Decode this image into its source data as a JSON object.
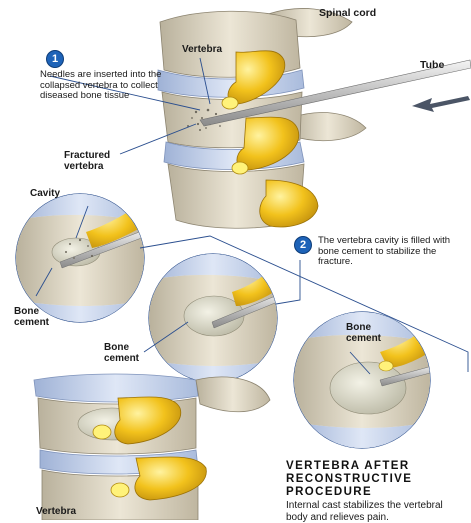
{
  "labels": {
    "spinal_cord": "Spinal cord",
    "vertebra_top": "Vertebra",
    "tube": "Tube",
    "fractured_vertebra": "Fractured vertebra",
    "cavity": "Cavity",
    "bone_cement_1": "Bone cement",
    "bone_cement_2": "Bone cement",
    "bone_cement_3": "Bone cement",
    "vertebra_bottom": "Vertebra"
  },
  "steps": [
    {
      "number": "1",
      "text": "Needles are inserted into the collapsed vertebra to collect diseased bone tissue"
    },
    {
      "number": "2",
      "text": "The vertebra cavity is filled with bone cement to stabilize the fracture."
    }
  ],
  "after": {
    "title_line1": "VERTEBRA AFTER",
    "title_line2": "RECONSTRUCTIVE",
    "title_line3": "PROCEDURE",
    "description": "Internal cast stabilizes the vertebral body and relieves pain."
  },
  "colors": {
    "bone": "#d9d2bf",
    "disc": "#c7d3ea",
    "nerve": "#e8b81a",
    "badge": "#1e63b8",
    "leader": "#2b4f8f"
  }
}
